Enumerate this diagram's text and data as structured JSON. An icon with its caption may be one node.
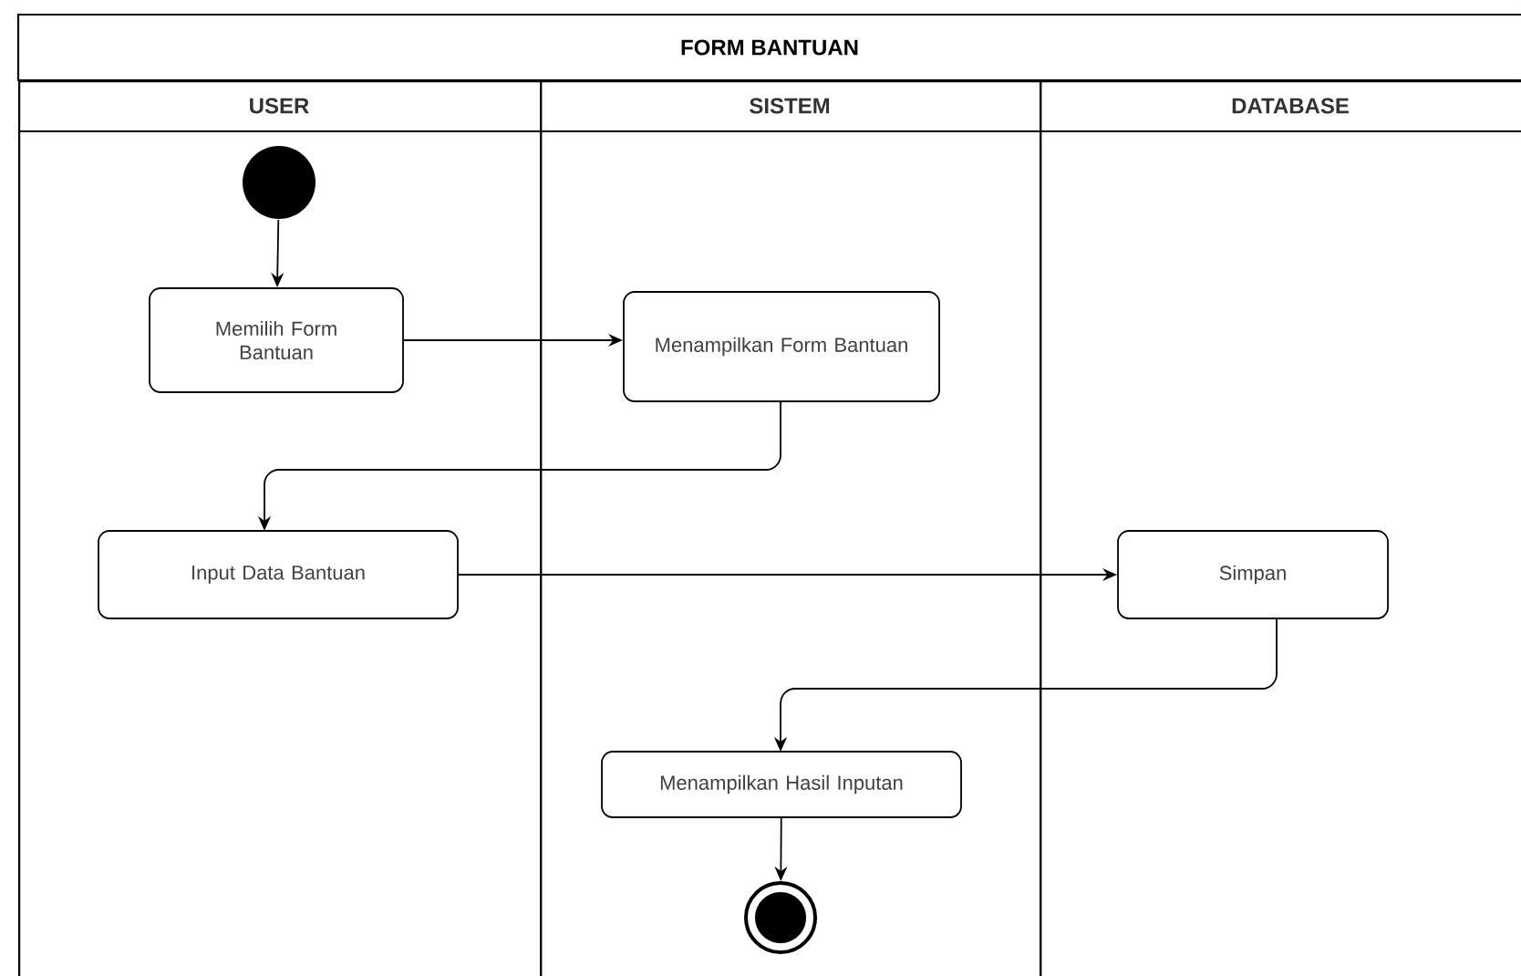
{
  "diagram": {
    "title": "FORM BANTUAN",
    "nodes": [
      {
        "text": [
          "USER"
        ]
      },
      {
        "text": [
          "SISTEM"
        ]
      },
      {
        "text": [
          "DATABASE"
        ]
      },
      {
        "text": [],
        "shape": "circle",
        "in": 0
      },
      {
        "text": [
          "Memilih Form Bantuan"
        ],
        "in": 0
      },
      {
        "text": [
          "Menampilkan Form Bantuan"
        ],
        "in": 1
      },
      {
        "text": [
          "Input Data Bantuan"
        ],
        "in": 0
      },
      {
        "text": [
          "Simpan"
        ],
        "in": 2
      },
      {
        "text": [
          "Menampilkan Hasil Inputan"
        ],
        "in": 1
      },
      {
        "text": [],
        "shape": "circle",
        "in": 1
      }
    ],
    "edges": [
      {
        "from": 3,
        "to": 4,
        "arrow": "to"
      },
      {
        "from": 4,
        "to": 5,
        "arrow": "to"
      },
      {
        "from": 5,
        "to": 6,
        "arrow": "to"
      },
      {
        "from": 6,
        "to": 7,
        "arrow": "to"
      },
      {
        "from": 7,
        "to": 8,
        "arrow": "to"
      },
      {
        "from": 8,
        "to": 9,
        "arrow": "to"
      }
    ]
  }
}
